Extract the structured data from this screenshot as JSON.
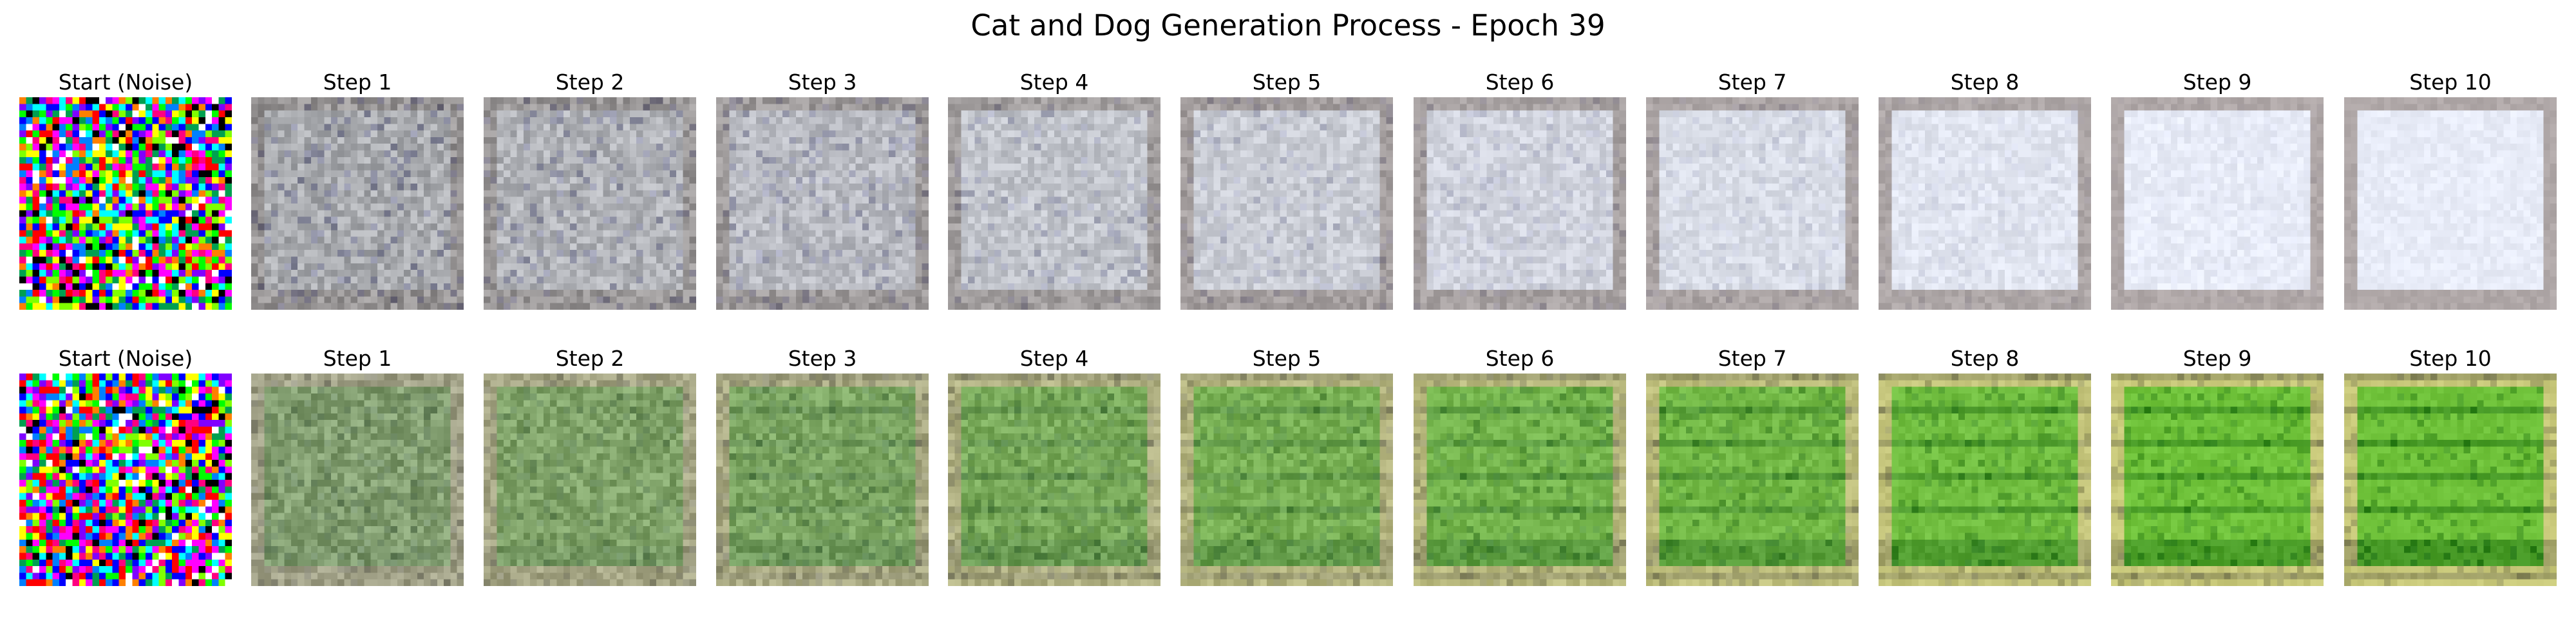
{
  "figure": {
    "title": "Cat and Dog Generation Process - Epoch 39",
    "rows": [
      {
        "name": "cat-row",
        "theme": "pale-lavender",
        "panels": [
          {
            "label": "Start (Noise)",
            "kind": "noise",
            "denoise": 0.0
          },
          {
            "label": "Step 1",
            "kind": "gen",
            "denoise": 0.1
          },
          {
            "label": "Step 2",
            "kind": "gen",
            "denoise": 0.2
          },
          {
            "label": "Step 3",
            "kind": "gen",
            "denoise": 0.3
          },
          {
            "label": "Step 4",
            "kind": "gen",
            "denoise": 0.4
          },
          {
            "label": "Step 5",
            "kind": "gen",
            "denoise": 0.5
          },
          {
            "label": "Step 6",
            "kind": "gen",
            "denoise": 0.6
          },
          {
            "label": "Step 7",
            "kind": "gen",
            "denoise": 0.7
          },
          {
            "label": "Step 8",
            "kind": "gen",
            "denoise": 0.8
          },
          {
            "label": "Step 9",
            "kind": "gen",
            "denoise": 0.9
          },
          {
            "label": "Step 10",
            "kind": "gen",
            "denoise": 1.0
          }
        ]
      },
      {
        "name": "dog-row",
        "theme": "grass-green",
        "panels": [
          {
            "label": "Start (Noise)",
            "kind": "noise",
            "denoise": 0.0
          },
          {
            "label": "Step 1",
            "kind": "gen",
            "denoise": 0.1
          },
          {
            "label": "Step 2",
            "kind": "gen",
            "denoise": 0.2
          },
          {
            "label": "Step 3",
            "kind": "gen",
            "denoise": 0.3
          },
          {
            "label": "Step 4",
            "kind": "gen",
            "denoise": 0.4
          },
          {
            "label": "Step 5",
            "kind": "gen",
            "denoise": 0.5
          },
          {
            "label": "Step 6",
            "kind": "gen",
            "denoise": 0.6
          },
          {
            "label": "Step 7",
            "kind": "gen",
            "denoise": 0.7
          },
          {
            "label": "Step 8",
            "kind": "gen",
            "denoise": 0.8
          },
          {
            "label": "Step 9",
            "kind": "gen",
            "denoise": 0.9
          },
          {
            "label": "Step 10",
            "kind": "gen",
            "denoise": 1.0
          }
        ]
      }
    ]
  },
  "colors": {
    "background": "#ffffff",
    "text": "#000000",
    "cat_target": "#e8ecf8",
    "cat_border": "#b0a8a8",
    "dog_target": "#6fc23a",
    "dog_border": "#c8c87a",
    "midtone": "#8a8a8a"
  }
}
